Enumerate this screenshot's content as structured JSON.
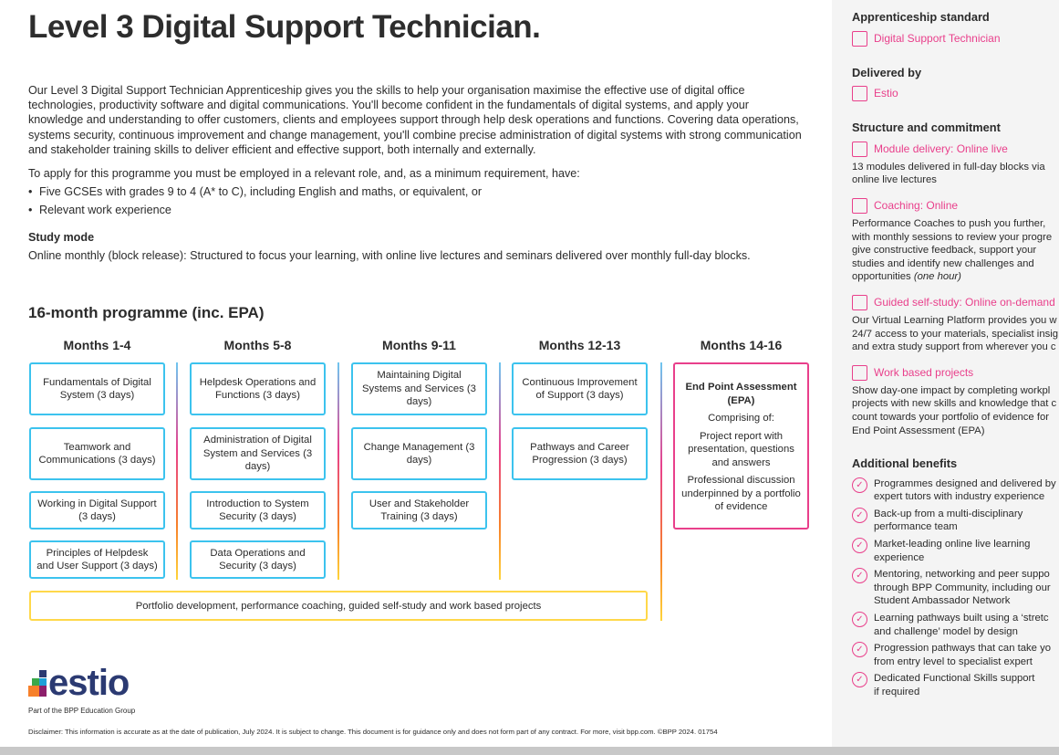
{
  "title": "Level 3 Digital Support Technician.",
  "intro": "Our Level 3 Digital Support Technician Apprenticeship gives you the skills to help your organisation maximise the effective use of digital office technologies, productivity software and digital communications. You'll become confident in the fundamentals of digital systems, and apply your knowledge and understanding to offer customers, clients and employees support through help desk operations and functions. Covering data operations, systems security, continuous improvement and change management, you'll combine precise administration of digital systems with strong communication and stakeholder training skills to deliver efficient and effective support, both internally and externally.",
  "requirements": {
    "lead": "To apply for this programme you must be employed in a relevant role, and, as a minimum requirement, have:",
    "items": [
      "Five GCSEs with grades 9 to 4 (A* to C), including English and maths, or equivalent, or",
      "Relevant work experience"
    ]
  },
  "study_mode": {
    "heading": "Study mode",
    "text": "Online monthly (block release): Structured to focus your learning, with online live lectures and seminars delivered over monthly full-day blocks."
  },
  "programme": {
    "heading": "16-month programme (inc. EPA)",
    "columns": [
      {
        "label": "Months 1-4",
        "modules": [
          "Fundamentals of Digital System (3 days)",
          "Teamwork and Communications (3 days)",
          "Working in Digital Support (3 days)",
          "Principles of Helpdesk and User Support (3 days)"
        ]
      },
      {
        "label": "Months 5-8",
        "modules": [
          "Helpdesk Operations and Functions (3 days)",
          "Administration of Digital System and Services (3 days)",
          "Introduction to System Security (3 days)",
          "Data Operations and Security (3 days)"
        ]
      },
      {
        "label": "Months 9-11",
        "modules": [
          "Maintaining Digital Systems and Services (3 days)",
          "Change Management (3 days)",
          "User and Stakeholder Training (3 days)"
        ]
      },
      {
        "label": "Months 12-13",
        "modules": [
          "Continuous Improvement of Support (3 days)",
          "Pathways and Career Progression (3 days)"
        ]
      },
      {
        "label": "Months 14-16"
      }
    ],
    "epa": {
      "title": "End Point Assessment (EPA)",
      "lines": [
        "Comprising of:",
        "Project report with presentation, questions and answers",
        "Professional discussion underpinned by a portfolio of evidence"
      ]
    },
    "portfolio": "Portfolio development, performance coaching, guided self-study and work based projects"
  },
  "sidebar": {
    "standard": {
      "heading": "Apprenticeship standard",
      "link": "Digital Support Technician"
    },
    "delivered": {
      "heading": "Delivered by",
      "link": "Estio"
    },
    "structure": {
      "heading": "Structure and commitment",
      "items": [
        {
          "title": "Module delivery: Online live",
          "lines": [
            "13 modules delivered in full-day blocks via",
            "online live lectures"
          ]
        },
        {
          "title": "Coaching: Online",
          "lines": [
            "Performance Coaches to push you further,",
            "with monthly sessions to review your progre",
            "give constructive feedback, support your",
            "studies and identify new challenges and"
          ],
          "last": "opportunities ",
          "italic": "(one hour)"
        },
        {
          "title": "Guided self-study: Online on-demand",
          "lines": [
            "Our Virtual Learning Platform provides you w",
            "24/7 access to your materials, specialist insig",
            "and extra study support from wherever you c"
          ]
        },
        {
          "title": "Work based projects",
          "lines": [
            "Show day-one impact by completing workpl",
            "projects with new skills and knowledge that c",
            "count towards your portfolio of evidence for",
            "End Point Assessment (EPA)"
          ]
        }
      ]
    },
    "benefits": {
      "heading": "Additional benefits",
      "items": [
        "Programmes designed and delivered by\nexpert tutors with industry experience",
        "Back-up from a multi-disciplinary\nperformance team",
        "Market-leading online live learning\nexperience",
        "Mentoring, networking and peer suppo\nthrough BPP Community, including our\nStudent Ambassador Network",
        "Learning pathways built using a ‘stretc\nand challenge’ model by design",
        "Progression pathways that can take yo\nfrom entry level to specialist expert",
        "Dedicated Functional Skills support\nif required"
      ]
    }
  },
  "footer": {
    "logo": "estio",
    "group": "Part of the BPP Education Group",
    "disclaimer": "Disclaimer: This information is accurate as at the date of publication, July 2024. It is subject to change. This document is for guidance only and does not form part of any contract. For more, visit bpp.com. ©BPP 2024. 01754"
  },
  "colors": {
    "pink": "#e93f8b",
    "blue": "#3cc3ee",
    "yellow": "#ffd84a",
    "navy": "#2b3a72"
  }
}
